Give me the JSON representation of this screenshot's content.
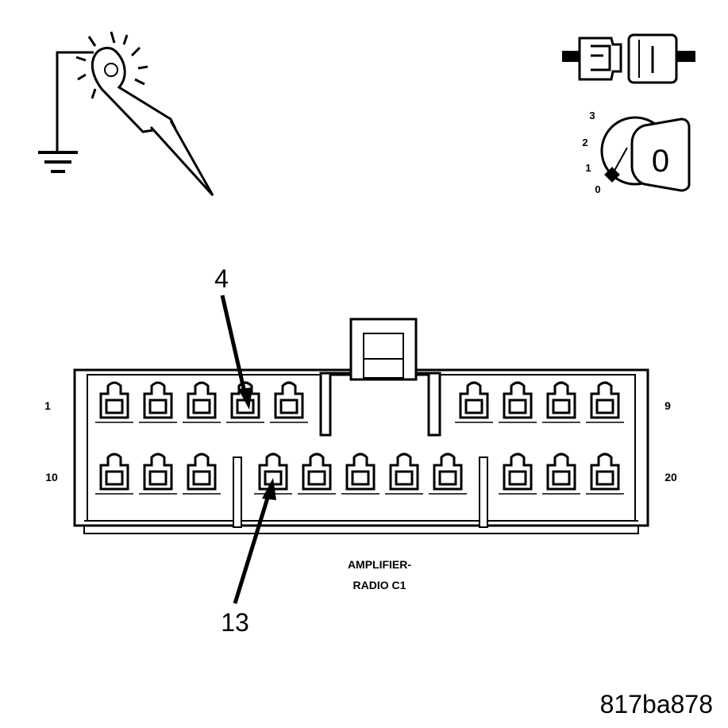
{
  "icons": {
    "test_light": "test-light-probe-icon",
    "connector": "disconnect-connector-icon",
    "ignition": "ignition-key-off-icon",
    "ground": "ground-symbol-icon"
  },
  "ignition": {
    "positions": [
      "3",
      "2",
      "1",
      "0"
    ],
    "key_label": "0"
  },
  "connector": {
    "pin_1": "1",
    "pin_9": "9",
    "pin_10": "10",
    "pin_20": "20",
    "name_line1": "AMPLIFIER-",
    "name_line2": "RADIO C1"
  },
  "callouts": {
    "upper": "4",
    "lower": "13"
  },
  "figure_id": "817ba878"
}
